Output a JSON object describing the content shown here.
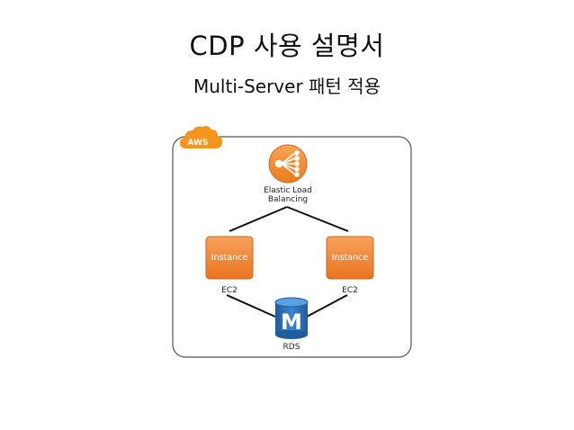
{
  "header": {
    "title": "CDP 사용 설명서",
    "subtitle": "Multi-Server 패턴 적용"
  },
  "diagram": {
    "cloud_badge": "AWS",
    "load_balancer": {
      "label_line1": "Elastic Load",
      "label_line2": "Balancing",
      "icon": "load-balancer-icon"
    },
    "instances": [
      {
        "label": "Instance",
        "caption": "EC2"
      },
      {
        "label": "Instance",
        "caption": "EC2"
      }
    ],
    "database": {
      "glyph": "M",
      "caption": "RDS",
      "icon": "database-icon"
    },
    "colors": {
      "aws_orange": "#f7941d",
      "instance_orange": "#f58536",
      "rds_blue": "#2e73b8",
      "container_border": "#555555"
    }
  }
}
